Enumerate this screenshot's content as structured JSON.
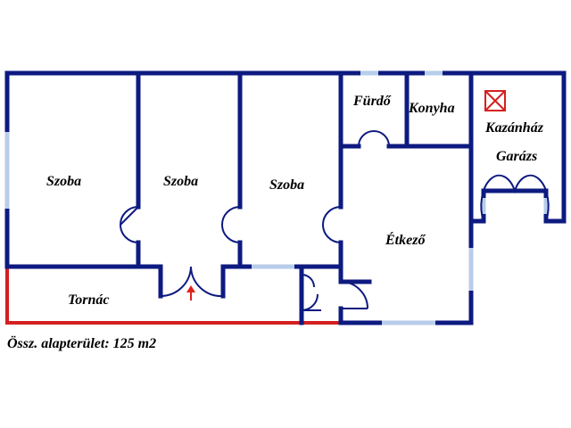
{
  "rooms": {
    "szoba_1": "Szoba",
    "szoba_2": "Szoba",
    "szoba_3": "Szoba",
    "furdo": "Fürdő",
    "konyha": "Konyha",
    "kazanhaz": "Kazánház",
    "garazs": "Garázs",
    "etkezo": "Étkező",
    "tornac": "Tornác"
  },
  "total_area": "Össz. alapterület: 125 m2",
  "colors": {
    "wall": "#0d1a80",
    "window": "#b8cdea",
    "porch_outline": "#d42020",
    "entrance_arrow": "#e02020",
    "boiler_symbol": "#d42020",
    "door": "#0d1a80"
  },
  "icons": {
    "entrance": "entrance-arrow-icon",
    "boiler": "boiler-symbol-icon"
  }
}
